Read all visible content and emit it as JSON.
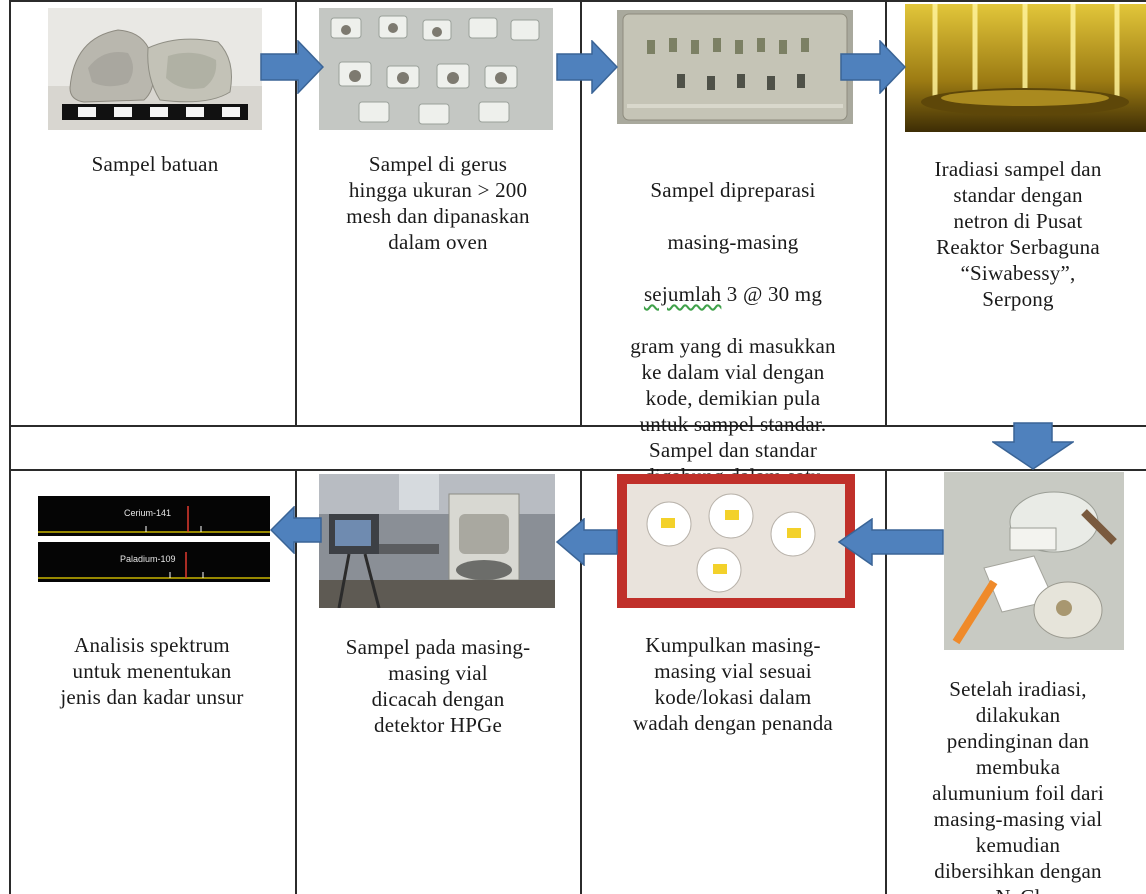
{
  "colors": {
    "arrow_fill": "#4f81bd",
    "arrow_stroke": "#3a6496",
    "grid_line": "#2b2b2b",
    "spectrum_peak": "#e03a2f",
    "spectrum_baseline": "#c8b400"
  },
  "steps": [
    {
      "caption": "Sampel batuan"
    },
    {
      "caption": "Sampel di gerus\nhingga ukuran > 200\nmesh dan dipanaskan\ndalam oven"
    },
    {
      "caption_line1": "Sampel dipreparasi",
      "caption_line2": "masing-masing",
      "caption_wavy_word": "sejumlah",
      "caption_line3_rest": " 3 @ 30 mg",
      "caption_tail": "gram yang di masukkan\nke dalam vial dengan\nkode, demikian pula\nuntuk sampel standar.\nSampel dan standar\ndigabung dalam satu\nkemasan alumunium\nfoil"
    },
    {
      "caption": "Iradiasi sampel dan\nstandar dengan\nnetron di Pusat\nReaktor Serbaguna\n“Siwabessy”,\nSerpong"
    },
    {
      "caption": "Setelah iradiasi,\ndilakukan\npendinginan dan\nmembuka\nalumunium foil dari\nmasing-masing vial\nkemudian\ndibersihkan dengan\nNaCl"
    },
    {
      "caption": "Kumpulkan masing-\nmasing vial sesuai\nkode/lokasi dalam\nwadah dengan penanda"
    },
    {
      "caption": "Sampel pada masing-\nmasing vial\ndicacah dengan\ndetektor HPGe"
    },
    {
      "caption": "Analisis spektrum\nuntuk menentukan\njenis dan kadar unsur"
    }
  ],
  "spectrum_labels": {
    "top": "Cerium-141",
    "bottom": "Paladium-109"
  }
}
